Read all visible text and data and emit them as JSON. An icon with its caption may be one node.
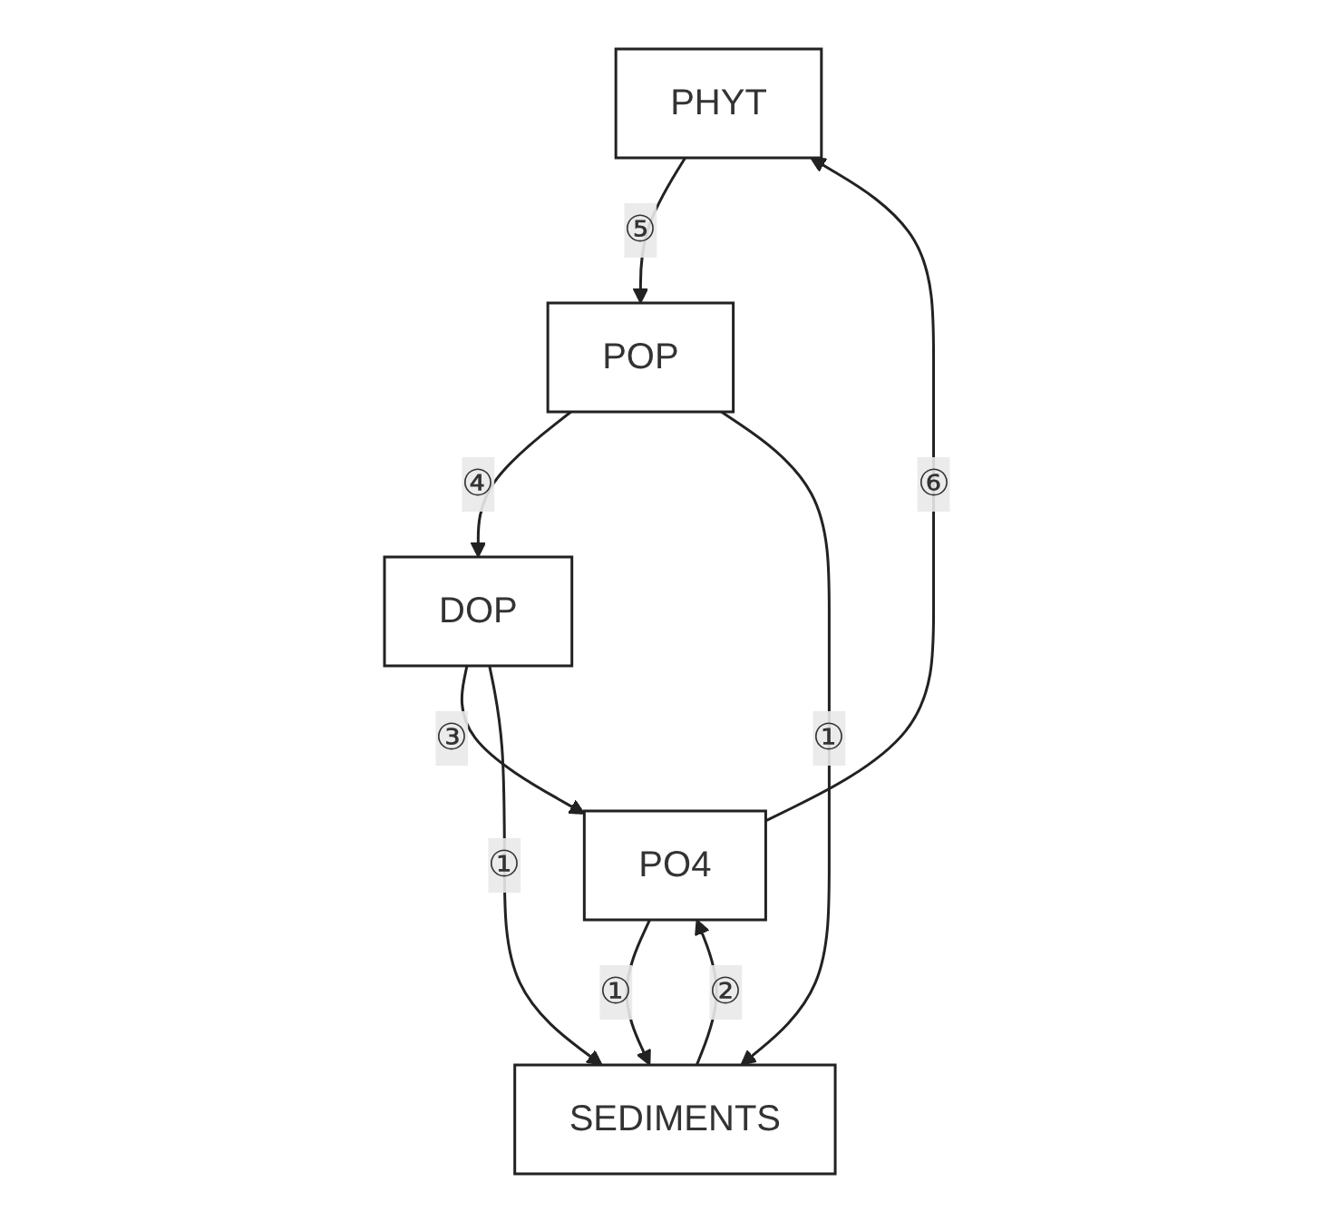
{
  "diagram": {
    "nodes": [
      {
        "text": [
          "PHYT"
        ]
      },
      {
        "text": [
          "POP"
        ]
      },
      {
        "text": [
          "PO4"
        ]
      },
      {
        "text": [
          "DOP"
        ]
      },
      {
        "text": [
          "SEDIMENTS"
        ]
      }
    ],
    "edges": [
      {
        "from": 0,
        "to": 1,
        "arrow": "to",
        "label": "⑤"
      },
      {
        "from": 1,
        "to": 3,
        "arrow": "to",
        "label": "④"
      },
      {
        "from": 3,
        "to": 2,
        "arrow": "to",
        "label": "③"
      },
      {
        "from": 2,
        "to": 0,
        "arrow": "to",
        "label": "⑥"
      },
      {
        "from": 2,
        "to": 4,
        "arrow": "to",
        "label": "①"
      },
      {
        "from": 4,
        "to": 2,
        "arrow": "to",
        "label": "②"
      },
      {
        "from": 3,
        "to": 4,
        "arrow": "to",
        "label": "①"
      },
      {
        "from": 1,
        "to": 4,
        "arrow": "to",
        "label": "①"
      }
    ]
  }
}
